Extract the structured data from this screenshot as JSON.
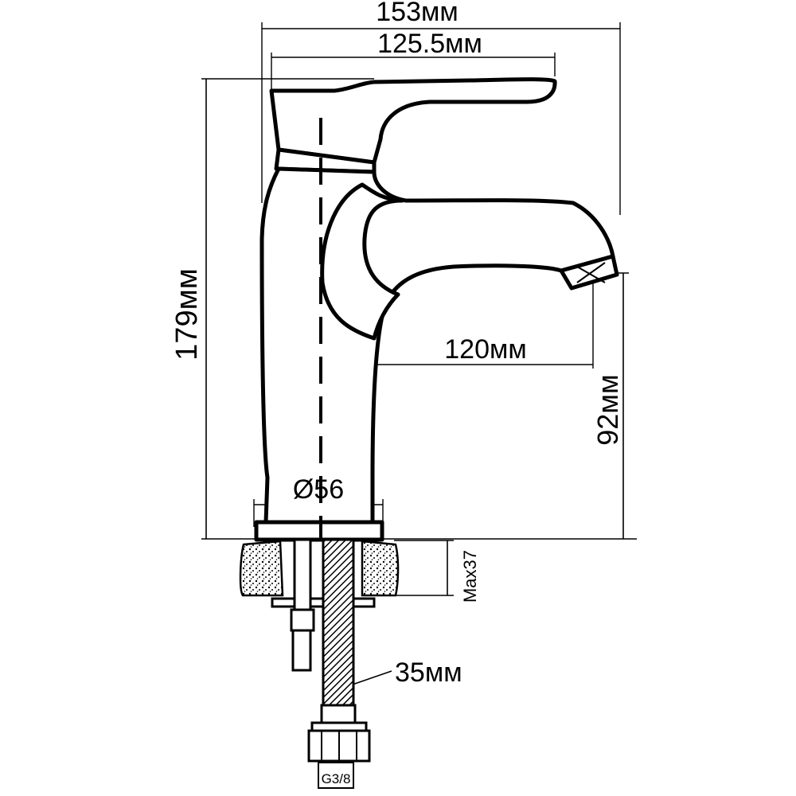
{
  "drawing": {
    "dimensions": {
      "overall_width": "153мм",
      "handle_length": "125.5мм",
      "height": "179мм",
      "spout_reach": "120мм",
      "spout_height": "92мм",
      "base_diameter": "Ø56",
      "max_counter_thickness": "Max37",
      "hose_length": "35мм",
      "thread": "G3/8"
    }
  }
}
